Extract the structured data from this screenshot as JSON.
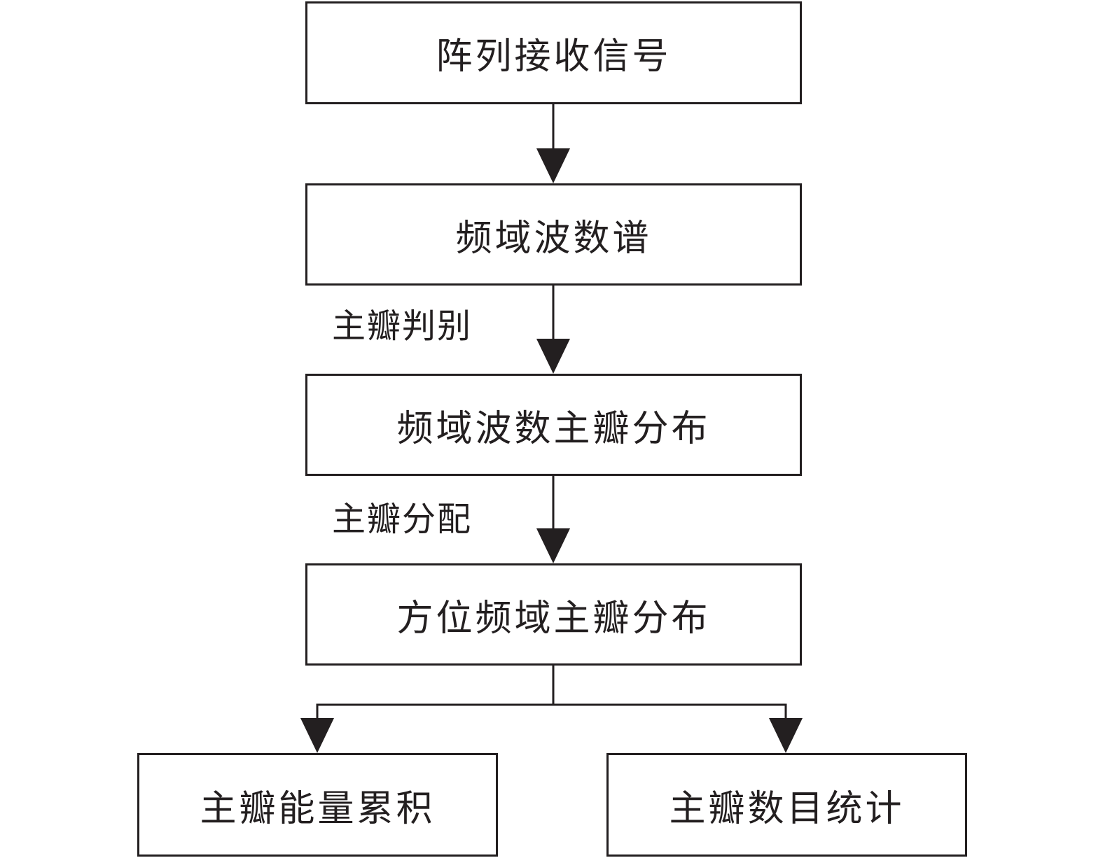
{
  "diagram": {
    "nodes": {
      "array_signal": "阵列接收信号",
      "fk_spectrum": "频域波数谱",
      "fk_main_lobe": "频域波数主瓣分布",
      "az_freq_main_lobe": "方位频域主瓣分布",
      "lobe_energy": "主瓣能量累积",
      "lobe_count": "主瓣数目统计"
    },
    "edges": {
      "lobe_discrimination": "主瓣判别",
      "lobe_assignment": "主瓣分配"
    }
  }
}
